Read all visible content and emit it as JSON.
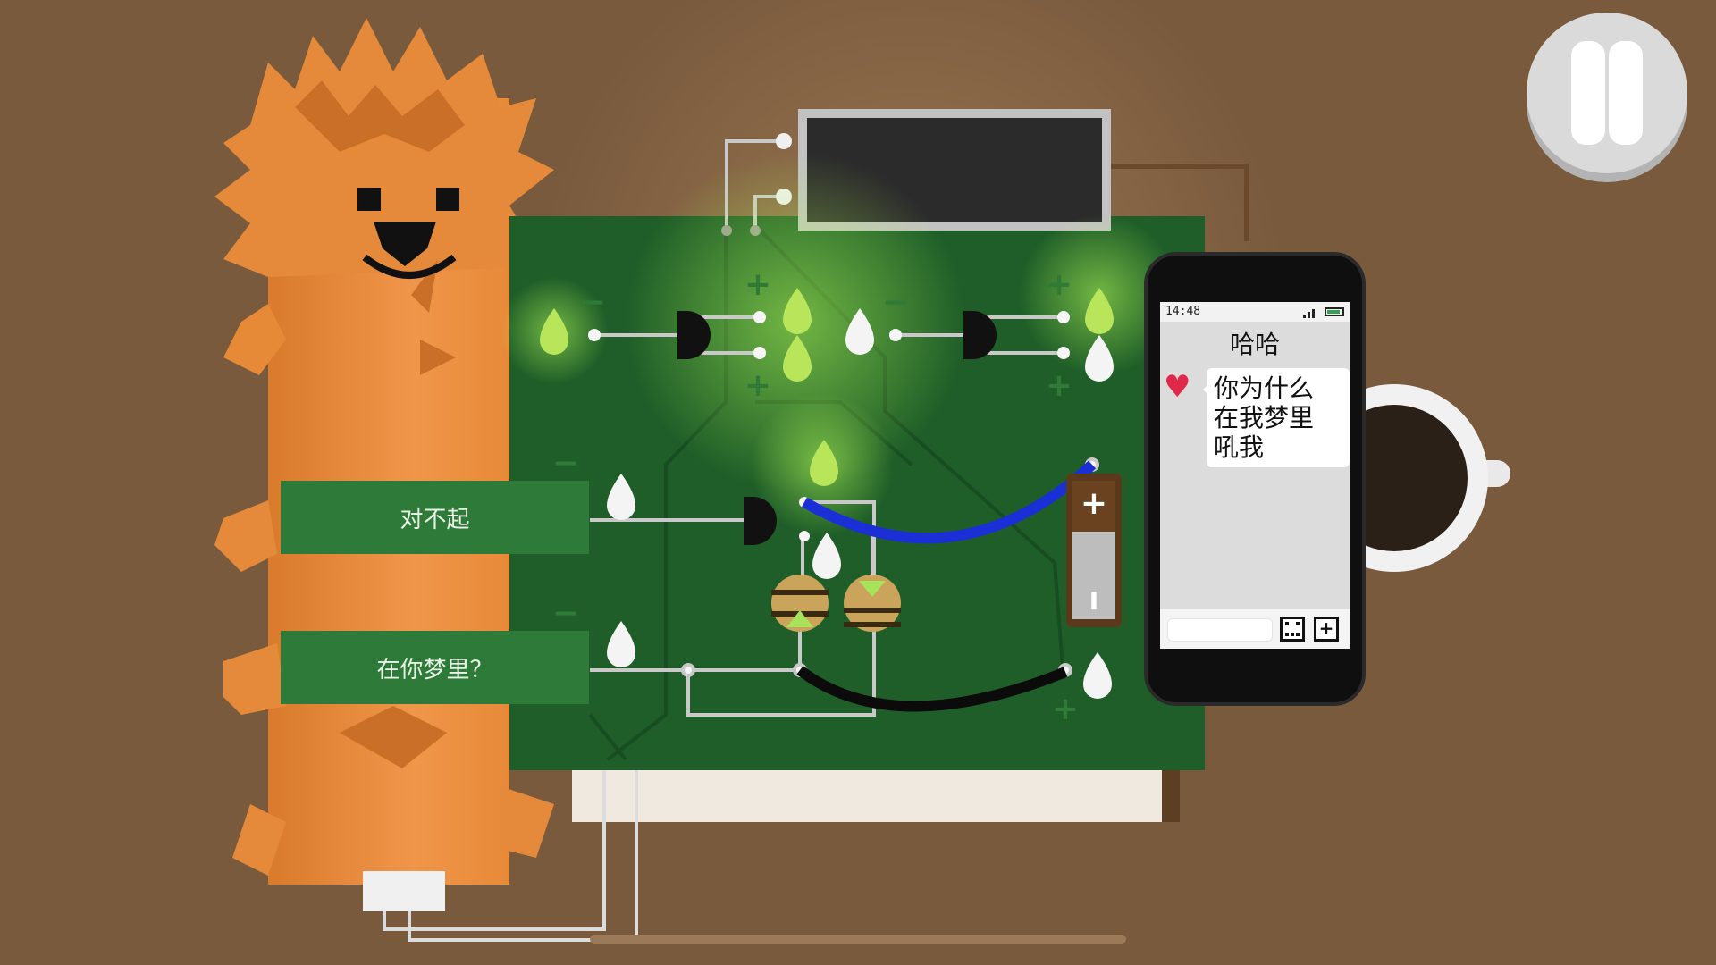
{
  "choices": [
    {
      "label": "对不起"
    },
    {
      "label": "在你梦里？"
    }
  ],
  "phone": {
    "status_time": "14:48",
    "contact_name": "哈哈",
    "message_lines": [
      "你为什么",
      "在我梦里",
      "吼我"
    ],
    "add_symbol": "+"
  },
  "battery": {
    "plus": "+",
    "minus": "I"
  },
  "board": {
    "plus": "+",
    "minus": "−"
  },
  "icons": {
    "pause": "pause-icon",
    "heart": "heart-icon",
    "signal": "signal-icon",
    "battery": "battery-icon",
    "emoji": "emoji-icon",
    "add": "add-icon"
  },
  "colors": {
    "background": "#7a5a3d",
    "board": "#1f5e28",
    "choice": "#2e7a39",
    "lit_led": "#c8ee6a",
    "wire_blue": "#1b2fd6",
    "wire_black": "#0b0b0b",
    "character": "#e48a3a",
    "heart": "#e0294a"
  }
}
